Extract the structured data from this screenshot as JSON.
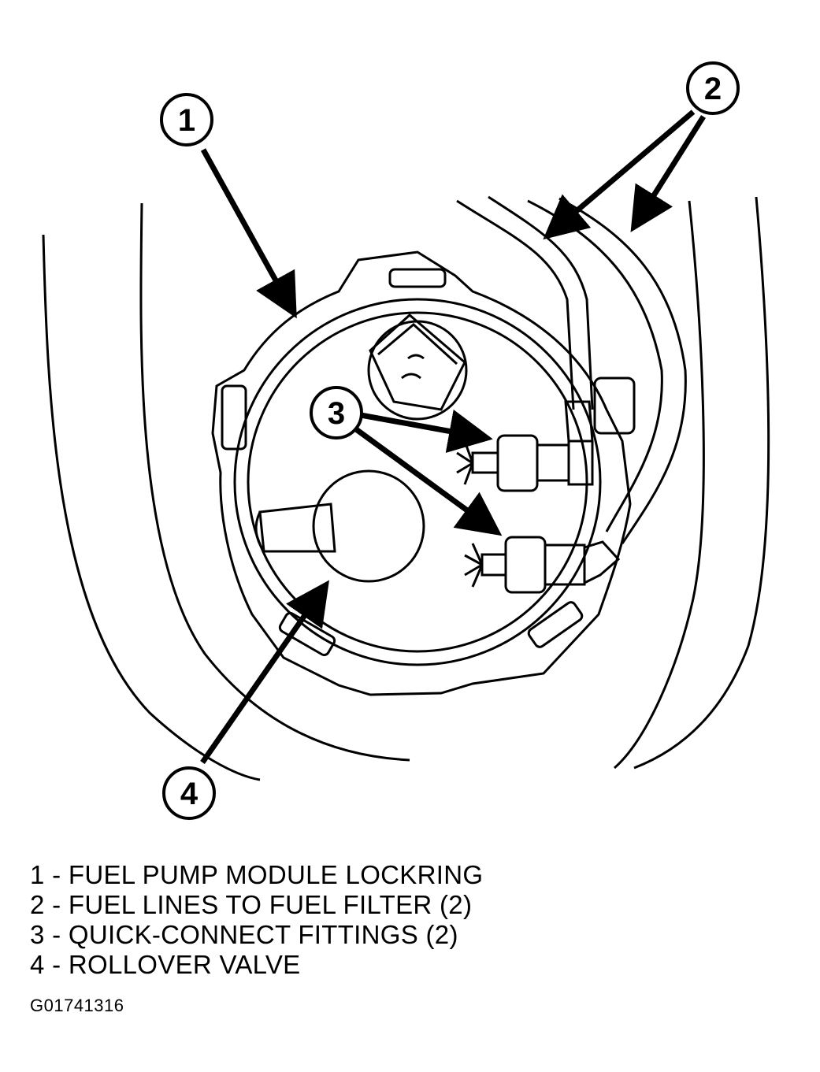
{
  "callouts": [
    {
      "number": "1",
      "label": "FUEL PUMP MODULE LOCKRING"
    },
    {
      "number": "2",
      "label": "FUEL LINES TO FUEL FILTER (2)"
    },
    {
      "number": "3",
      "label": "QUICK-CONNECT FITTINGS (2)"
    },
    {
      "number": "4",
      "label": "ROLLOVER VALVE"
    }
  ],
  "legend": [
    "1 - FUEL PUMP MODULE LOCKRING",
    "2 - FUEL LINES TO FUEL FILTER (2)",
    "3 - QUICK-CONNECT FITTINGS (2)",
    "4 - ROLLOVER VALVE"
  ],
  "figure_id": "G01741316",
  "colors": {
    "line": "#000000",
    "background": "#ffffff"
  }
}
